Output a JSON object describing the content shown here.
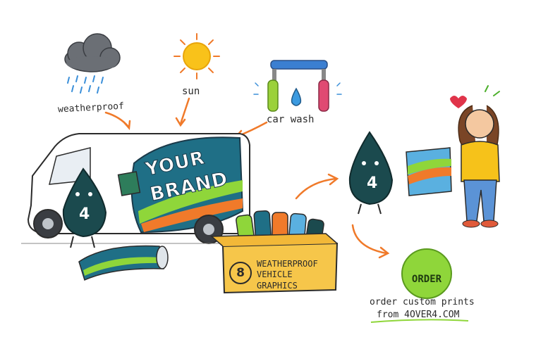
{
  "labels": {
    "weather": "weatherproof",
    "sun": "sun",
    "car_wash": "car wash"
  },
  "van": {
    "brand_line1": "YOUR",
    "brand_line2": "BRAND"
  },
  "mascots": {
    "left_number": "4",
    "right_number": "4"
  },
  "box": {
    "number": "8",
    "line1": "WEATHERPROOF",
    "line2": "VEHICLE",
    "line3": "GRAPHICS"
  },
  "cta": {
    "button": "ORDER",
    "line1": "order custom prints",
    "line2": "from 4OVER4.COM"
  },
  "colors": {
    "teal": "#1f6f86",
    "dark_teal": "#1b4a4e",
    "lime": "#8fd63a",
    "orange": "#f07a2a",
    "box_yellow": "#f6c64a",
    "sun": "#f9c21a"
  }
}
